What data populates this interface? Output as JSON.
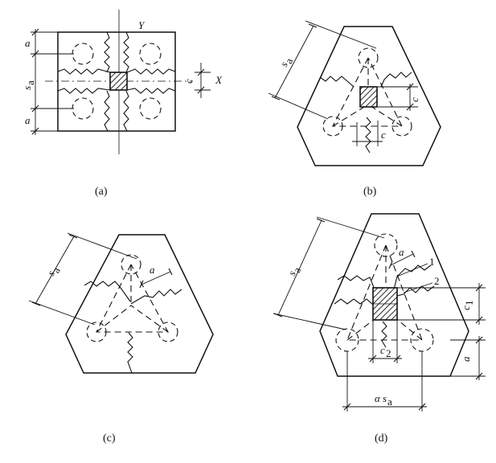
{
  "figure": {
    "panels": [
      {
        "id": "a",
        "caption": "(a)",
        "labels": {
          "y_axis": "Y",
          "x_axis": "X",
          "edge": "a",
          "spacing": "s",
          "spacing_sub": "a",
          "column": "c"
        }
      },
      {
        "id": "b",
        "caption": "(b)",
        "labels": {
          "spacing": "s",
          "spacing_sub": "a",
          "column": "c",
          "column2": "c"
        }
      },
      {
        "id": "c",
        "caption": "(c)",
        "labels": {
          "spacing": "s",
          "spacing_sub": "a",
          "edge": "a"
        }
      },
      {
        "id": "d",
        "caption": "(d)",
        "labels": {
          "spacing": "s",
          "spacing_sub": "a",
          "edge": "a",
          "crack1": "1",
          "crack2": "2",
          "c1": "c",
          "c1_sub": "1",
          "c2": "c",
          "c2_sub": "2",
          "alpha": "α",
          "alpha_s": "s",
          "alpha_sub": "a"
        }
      }
    ]
  }
}
